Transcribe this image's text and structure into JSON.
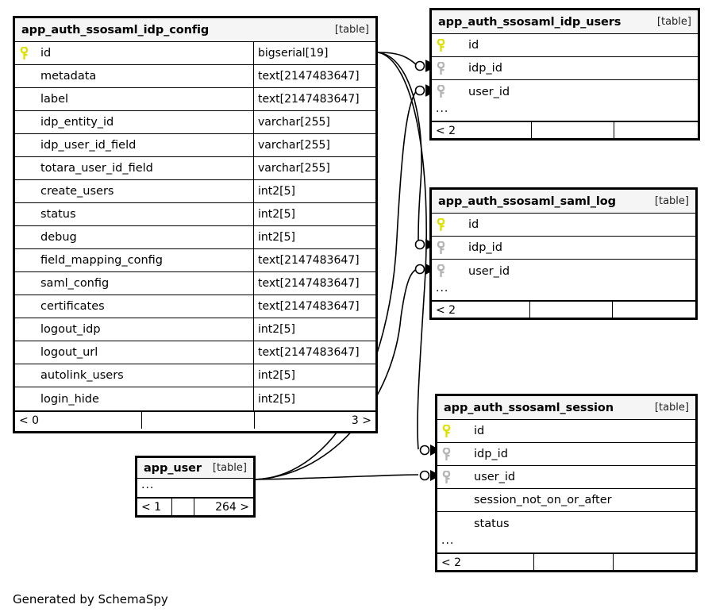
{
  "diagram": {
    "caption": "Generated by SchemaSpy",
    "kind_label": "[table]",
    "ellipsis": "...",
    "pk_icon": "key-icon-primary",
    "fk_icon": "key-icon-foreign",
    "colors": {
      "primary_key": "#e8e800",
      "foreign_key": "#b5b5b5",
      "header_bg": "#f5f5f5",
      "border": "#000000",
      "background": "#ffffff"
    }
  },
  "tables": {
    "idp_config": {
      "name": "app_auth_ssosaml_idp_config",
      "kind": "[table]",
      "columns": [
        {
          "key": "primary",
          "name": "id",
          "type": "bigserial[19]"
        },
        {
          "key": "none",
          "name": "metadata",
          "type": "text[2147483647]"
        },
        {
          "key": "none",
          "name": "label",
          "type": "text[2147483647]"
        },
        {
          "key": "none",
          "name": "idp_entity_id",
          "type": "varchar[255]"
        },
        {
          "key": "none",
          "name": "idp_user_id_field",
          "type": "varchar[255]"
        },
        {
          "key": "none",
          "name": "totara_user_id_field",
          "type": "varchar[255]"
        },
        {
          "key": "none",
          "name": "create_users",
          "type": "int2[5]"
        },
        {
          "key": "none",
          "name": "status",
          "type": "int2[5]"
        },
        {
          "key": "none",
          "name": "debug",
          "type": "int2[5]"
        },
        {
          "key": "none",
          "name": "field_mapping_config",
          "type": "text[2147483647]"
        },
        {
          "key": "none",
          "name": "saml_config",
          "type": "text[2147483647]"
        },
        {
          "key": "none",
          "name": "certificates",
          "type": "text[2147483647]"
        },
        {
          "key": "none",
          "name": "logout_idp",
          "type": "int2[5]"
        },
        {
          "key": "none",
          "name": "logout_url",
          "type": "text[2147483647]"
        },
        {
          "key": "none",
          "name": "autolink_users",
          "type": "int2[5]"
        },
        {
          "key": "none",
          "name": "login_hide",
          "type": "int2[5]"
        }
      ],
      "footer": {
        "left": "< 0",
        "middle": "",
        "right": "3 >"
      }
    },
    "idp_users": {
      "name": "app_auth_ssosaml_idp_users",
      "kind": "[table]",
      "columns": [
        {
          "key": "primary",
          "name": "id"
        },
        {
          "key": "foreign",
          "name": "idp_id"
        },
        {
          "key": "foreign",
          "name": "user_id"
        }
      ],
      "more": "...",
      "footer": {
        "left": "< 2",
        "middle": "",
        "right": ""
      }
    },
    "saml_log": {
      "name": "app_auth_ssosaml_saml_log",
      "kind": "[table]",
      "columns": [
        {
          "key": "primary",
          "name": "id"
        },
        {
          "key": "foreign",
          "name": "idp_id"
        },
        {
          "key": "foreign",
          "name": "user_id"
        }
      ],
      "more": "...",
      "footer": {
        "left": "< 2",
        "middle": "",
        "right": ""
      }
    },
    "session": {
      "name": "app_auth_ssosaml_session",
      "kind": "[table]",
      "columns": [
        {
          "key": "primary",
          "name": "id"
        },
        {
          "key": "foreign",
          "name": "idp_id"
        },
        {
          "key": "foreign",
          "name": "user_id"
        },
        {
          "key": "none",
          "name": "session_not_on_or_after"
        },
        {
          "key": "none",
          "name": "status"
        }
      ],
      "more": "...",
      "footer": {
        "left": "< 2",
        "middle": "",
        "right": ""
      }
    },
    "app_user": {
      "name": "app_user",
      "kind": "[table]",
      "more": "...",
      "footer": {
        "left": "< 1",
        "middle": "",
        "right": "264 >"
      }
    }
  }
}
